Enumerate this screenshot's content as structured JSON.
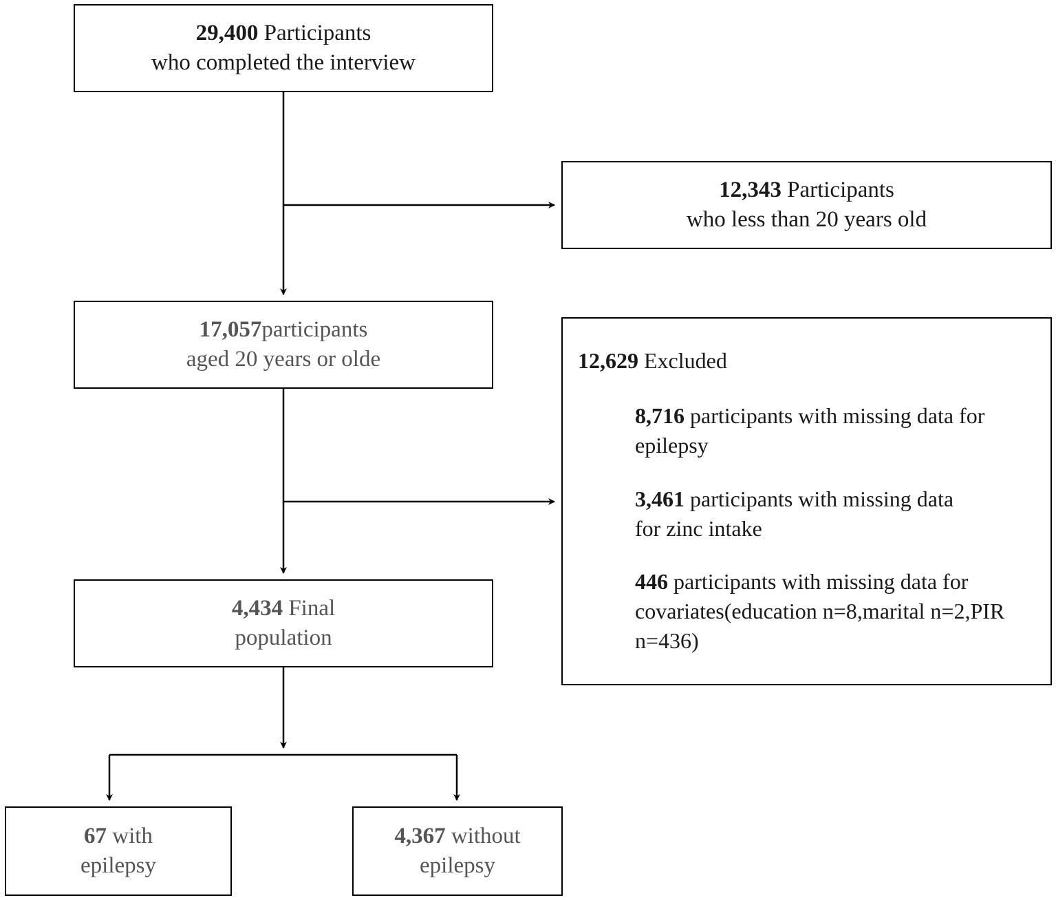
{
  "flow": {
    "completed": {
      "count": "29,400",
      "label": " Participants",
      "sub": "who completed the interview"
    },
    "under20": {
      "count": "12,343",
      "label": " Participants",
      "sub": "who less than 20 years old"
    },
    "adults": {
      "count": "17,057",
      "label": "participants",
      "sub": "aged 20 years or olde"
    },
    "excluded": {
      "count": "12,629",
      "label": " Excluded",
      "items": [
        {
          "count": "8,716",
          "line1": " participants with missing data for",
          "line2": "epilepsy"
        },
        {
          "count": "3,461",
          "line1": " participants with missing data",
          "line2": "for zinc intake"
        },
        {
          "count": "446",
          "line1": " participants with missing data for",
          "line2": "covariates(education n=8,marital n=2,PIR",
          "line3": "n=436)"
        }
      ]
    },
    "final": {
      "count": "4,434",
      "label": " Final",
      "sub": "population"
    },
    "with_epilepsy": {
      "count": "67",
      "label": " with",
      "sub": "epilepsy"
    },
    "without_epilepsy": {
      "count": "4,367",
      "label": " without",
      "sub": "epilepsy"
    }
  }
}
